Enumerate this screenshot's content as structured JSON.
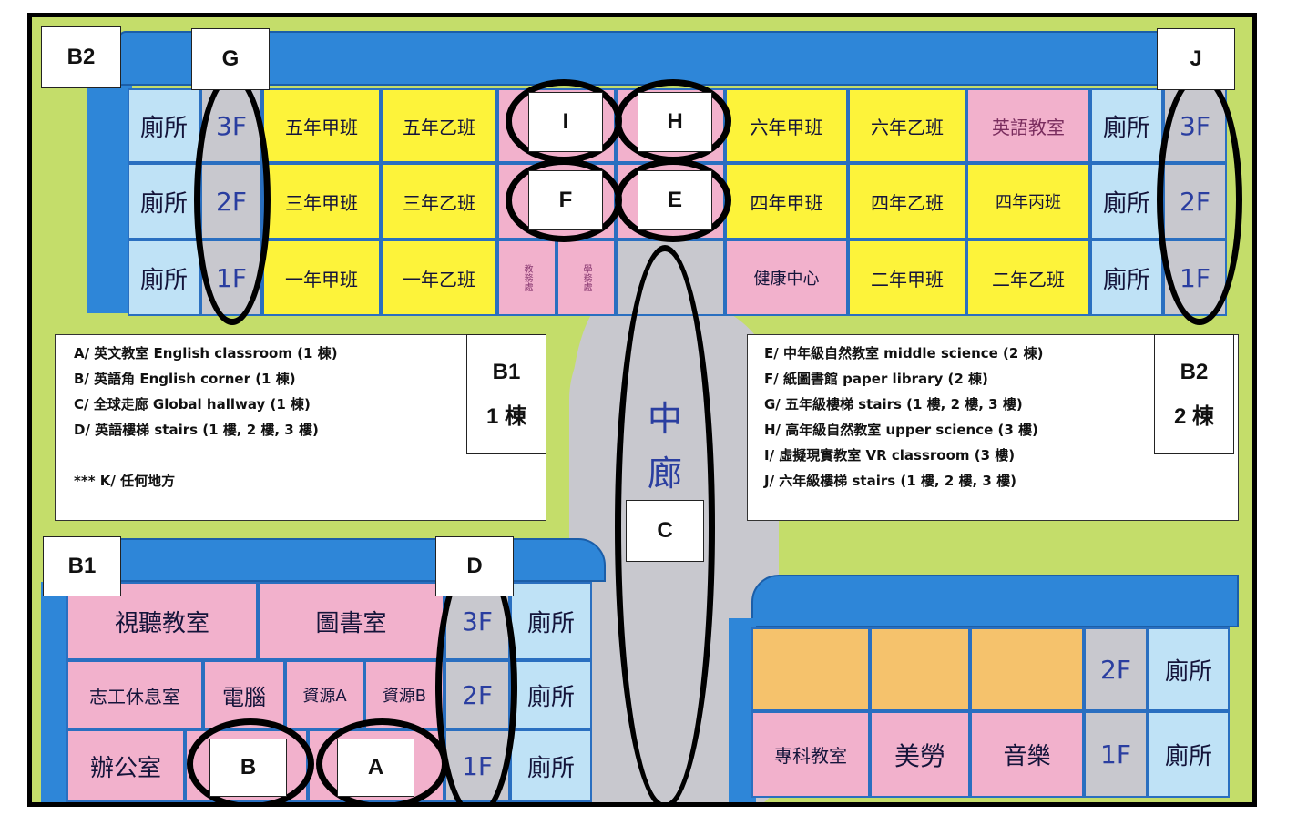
{
  "map": {
    "building_b2_north": {
      "rows": [
        [
          "廁所",
          "3F",
          "五年甲班",
          "五年乙班",
          "",
          "",
          "六年甲班",
          "六年乙班",
          "英語教室",
          "廁所",
          "3F"
        ],
        [
          "廁所",
          "2F",
          "三年甲班",
          "三年乙班",
          "",
          "",
          "四年甲班",
          "四年乙班",
          "四年丙班",
          "廁所",
          "2F"
        ],
        [
          "廁所",
          "1F",
          "一年甲班",
          "一年乙班",
          "教務處",
          "學務處",
          "健康中心",
          "二年甲班",
          "二年乙班",
          "廁所",
          "1F"
        ]
      ]
    },
    "building_b1": {
      "row1": [
        "視聽教室",
        "圖書室",
        "3F",
        "廁所"
      ],
      "row2": [
        "志工休息室",
        "電腦",
        "資源A",
        "資源B",
        "2F",
        "廁所"
      ],
      "row3": [
        "辦公室",
        "",
        "",
        "",
        "1F",
        "廁所"
      ]
    },
    "building_b2_south": {
      "row1": [
        "",
        "",
        "",
        "2F",
        "廁所"
      ],
      "row2": [
        "專科教室",
        "美勞",
        "音樂",
        "1F",
        "廁所"
      ]
    },
    "corridor": {
      "char1": "中",
      "char2": "廊"
    }
  },
  "labels": {
    "B2_top": "B2",
    "G": "G",
    "J": "J",
    "I": "I",
    "H": "H",
    "F": "F",
    "E": "E",
    "B1_bottom": "B1",
    "D": "D",
    "C": "C",
    "B": "B",
    "A": "A"
  },
  "legend_b1": {
    "title": "B1",
    "subtitle": "1 棟",
    "lines": [
      "A/ 英文教室 English classroom (1 棟)",
      "B/ 英語角 English corner (1 棟)",
      "C/ 全球走廊 Global hallway (1 棟)",
      "D/ 英語樓梯 stairs (1 樓, 2 樓, 3 樓)",
      "",
      "*** K/ 任何地方"
    ]
  },
  "legend_b2": {
    "title": "B2",
    "subtitle": "2 棟",
    "lines": [
      "E/ 中年級自然教室 middle science (2 棟)",
      "F/ 紙圖書館 paper library (2 棟)",
      "G/ 五年級樓梯 stairs (1 樓, 2 樓, 3 樓)",
      "H/ 高年級自然教室 upper science (3 樓)",
      "I/ 虛擬現實教室 VR classroom (3 樓)",
      "J/ 六年級樓梯 stairs (1 樓, 2 樓, 3 樓)"
    ]
  },
  "colors": {
    "grass": "#c4dd6a",
    "roof": "#2e86d8",
    "yellow": "#fdf33a",
    "pink": "#f2b1cc",
    "lightblue": "#bfe2f6",
    "gray": "#c8c8ce",
    "orange": "#f5c26c"
  }
}
